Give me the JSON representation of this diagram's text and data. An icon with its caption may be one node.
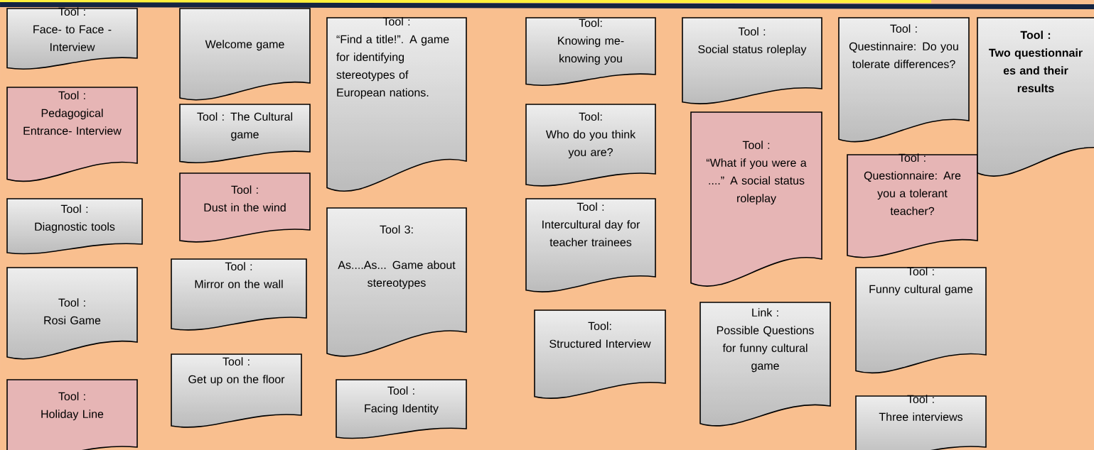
{
  "diagram": {
    "nodes": [
      {
        "text": [
          "Tool :",
          "Face- to Face - Interview"
        ]
      },
      {
        "text": [
          "Tool :",
          "Pedagogical Entrance- Interview"
        ]
      },
      {
        "text": [
          "Tool :",
          "Diagnostic tools"
        ]
      },
      {
        "text": [
          "Tool :",
          "Rosi Game"
        ]
      },
      {
        "text": [
          "Tool :",
          "Holiday Line"
        ]
      },
      {
        "text": [
          "Welcome game"
        ]
      },
      {
        "text": [
          "Tool : The Cultural game"
        ]
      },
      {
        "text": [
          "Tool :",
          "Dust in the wind"
        ]
      },
      {
        "text": [
          "Tool :",
          "Mirror on the wall"
        ]
      },
      {
        "text": [
          "Tool :",
          "Get up on the floor"
        ]
      },
      {
        "text": [
          "Tool :",
          "“Find a title!”. A game for identifying stereotypes of European nations."
        ]
      },
      {
        "text": [
          "Tool 3:",
          "As....As... Game about stereotypes"
        ]
      },
      {
        "text": [
          "Tool :",
          "Facing Identity"
        ]
      },
      {
        "text": [
          "Tool:",
          "Knowing me- knowing you"
        ]
      },
      {
        "text": [
          "Tool:",
          "Who do you think you are?"
        ]
      },
      {
        "text": [
          "Tool :",
          "Intercultural day for teacher trainees"
        ]
      },
      {
        "text": [
          "Tool:",
          "Structured Interview"
        ]
      },
      {
        "text": [
          "Tool :",
          "Social status roleplay"
        ]
      },
      {
        "text": [
          "Tool :",
          "“What if you were a ....” A social status roleplay"
        ]
      },
      {
        "text": [
          "Link :",
          "Possible Questions for funny cultural game"
        ]
      },
      {
        "text": [
          "Tool :",
          "Questinnaire: Do you tolerate differences?"
        ]
      },
      {
        "text": [
          "Tool :",
          "Questionnaire: Are you a tolerant teacher?"
        ]
      },
      {
        "text": [
          "Tool :",
          "Two questionnair es and their results"
        ]
      },
      {
        "text": [
          "Tool :",
          "Funny cultural game"
        ]
      },
      {
        "text": [
          "Tool :",
          "Three interviews"
        ]
      }
    ],
    "edges": []
  }
}
